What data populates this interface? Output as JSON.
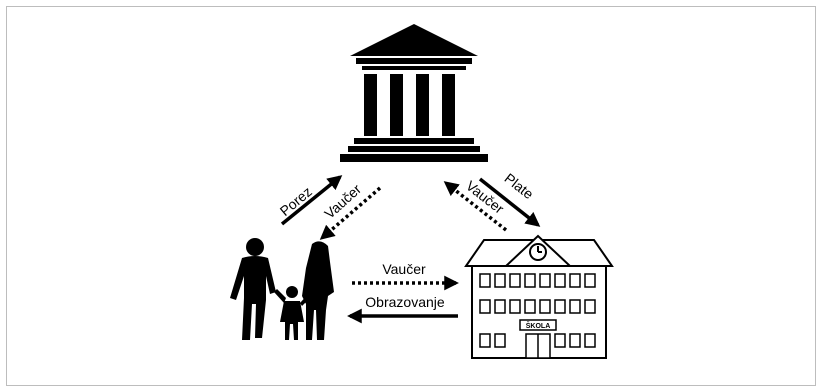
{
  "labels": {
    "porez": "Porez",
    "vaucer_left": "Vaučer",
    "plate": "Plate",
    "vaucer_right": "Vaučer",
    "vaucer_bottom": "Vaučer",
    "obrazovanje": "Obrazovanje",
    "school_sign": "ŠKOLA"
  },
  "icons": {
    "government": "government-building-icon",
    "family": "family-icon",
    "school": "school-building-icon"
  }
}
